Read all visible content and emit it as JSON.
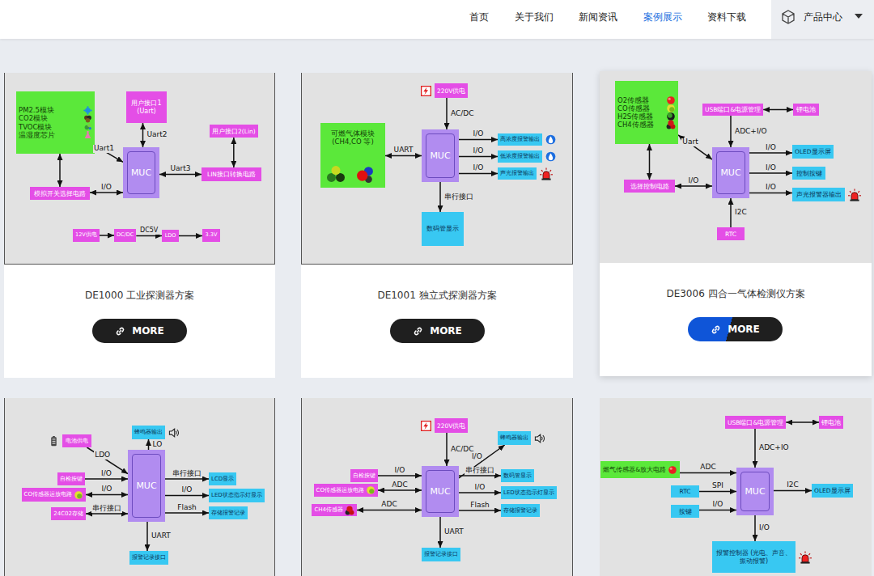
{
  "diagram": {
    "nodes": [
      {
        "text": [
          "PM2.5模块",
          "CO2模块",
          "TVOC模块",
          "温湿度芯片"
        ]
      },
      {
        "text": [
          "用户接口1 (Uart)"
        ]
      },
      {
        "text": [
          "用户接口2(Lin)"
        ]
      },
      {
        "text": [
          "MUC"
        ]
      },
      {
        "text": [
          "LIN接口转换电路"
        ]
      },
      {
        "text": [
          "模拟开关选择电路"
        ]
      },
      {
        "text": [
          "12V供电"
        ]
      },
      {
        "text": [
          "DC/DC"
        ]
      },
      {
        "text": [
          "LDO"
        ]
      },
      {
        "text": [
          "3.3V"
        ]
      },
      {
        "text": [
          "MORE"
        ]
      },
      {
        "text": [
          "220V供电"
        ]
      },
      {
        "text": [
          "可燃气体模块 (CH4,CO 等)"
        ]
      },
      {
        "text": [
          "MUC"
        ]
      },
      {
        "text": [
          "高浓度报警输出"
        ]
      },
      {
        "text": [
          "低浓度报警输出"
        ]
      },
      {
        "text": [
          "声光报警输出"
        ]
      },
      {
        "text": [
          "数码管显示"
        ]
      },
      {
        "text": [
          "MORE"
        ]
      },
      {
        "text": [
          "O2传感器",
          "CO传感器",
          "H2S传感器",
          "CH4传感器"
        ]
      },
      {
        "text": [
          "USB端口&电源管理"
        ]
      },
      {
        "text": [
          "锂电池"
        ]
      },
      {
        "text": [
          "MUC"
        ]
      },
      {
        "text": [
          "OLED显示屏"
        ]
      },
      {
        "text": [
          "控制按键"
        ]
      },
      {
        "text": [
          "选择控制电路"
        ]
      },
      {
        "text": [
          "声光报警器输出"
        ]
      },
      {
        "text": [
          "RTC"
        ]
      },
      {
        "text": [
          "MORE"
        ]
      },
      {
        "text": [
          "电池供电"
        ]
      },
      {
        "text": [
          "蜂鸣器输出"
        ]
      },
      {
        "text": [
          "MUC"
        ]
      },
      {
        "text": [
          "自检按键"
        ]
      },
      {
        "text": [
          "CO传感器运放电路"
        ]
      },
      {
        "text": [
          "24C02存储"
        ]
      },
      {
        "text": [
          "LCD显示"
        ]
      },
      {
        "text": [
          "LED状态指示灯显示"
        ]
      },
      {
        "text": [
          "存储报警记录"
        ]
      },
      {
        "text": [
          "报警记录接口"
        ]
      },
      {
        "text": [
          "220V供电"
        ]
      },
      {
        "text": [
          "蜂鸣器输出"
        ]
      },
      {
        "text": [
          "MUC"
        ]
      },
      {
        "text": [
          "自检按键"
        ]
      },
      {
        "text": [
          "CO传感器运放电路"
        ]
      },
      {
        "text": [
          "CH4传感器"
        ]
      },
      {
        "text": [
          "数码管显示"
        ]
      },
      {
        "text": [
          "LED状态指示灯显示"
        ]
      },
      {
        "text": [
          "存储报警记录"
        ]
      },
      {
        "text": [
          "报警记录接口"
        ]
      },
      {
        "text": [
          "USB端口&电源管理"
        ]
      },
      {
        "text": [
          "锂电池"
        ]
      },
      {
        "text": [
          "燃气传感器&放大电路"
        ]
      },
      {
        "text": [
          "RTC"
        ]
      },
      {
        "text": [
          "MUC"
        ]
      },
      {
        "text": [
          "按键"
        ]
      },
      {
        "text": [
          "OLED显示屏"
        ]
      },
      {
        "text": [
          "报警控制器 (光电、声音、振动报警)"
        ]
      }
    ],
    "edges": [
      {
        "from": 0,
        "to": 3,
        "label": "Uart1",
        "arrow": "both"
      },
      {
        "from": 1,
        "to": 3,
        "label": "Uart2",
        "arrow": "both"
      },
      {
        "from": 3,
        "to": 4,
        "label": "Uart3",
        "arrow": "both"
      },
      {
        "from": 2,
        "to": 4,
        "arrow": "both"
      },
      {
        "from": 0,
        "to": 5,
        "arrow": "both"
      },
      {
        "from": 5,
        "to": 3,
        "label": "I/O",
        "arrow": "both"
      },
      {
        "from": 6,
        "to": 7,
        "arrow": "to"
      },
      {
        "from": 7,
        "to": 8,
        "label": "DC5V",
        "arrow": "to"
      },
      {
        "from": 8,
        "to": 9,
        "arrow": "to"
      },
      {
        "from": 11,
        "to": 13,
        "label": "AC/DC",
        "arrow": "to"
      },
      {
        "from": 12,
        "to": 13,
        "label": "UART",
        "arrow": "both"
      },
      {
        "from": 13,
        "to": 14,
        "label": "I/O",
        "arrow": "to"
      },
      {
        "from": 13,
        "to": 15,
        "label": "I/O",
        "arrow": "to"
      },
      {
        "from": 13,
        "to": 16,
        "label": "I/O",
        "arrow": "to"
      },
      {
        "from": 13,
        "to": 17,
        "label": "串行接口",
        "arrow": "to"
      },
      {
        "from": 20,
        "to": 21,
        "arrow": "both"
      },
      {
        "from": 20,
        "to": 22,
        "label": "ADC+I/O",
        "arrow": "to"
      },
      {
        "from": 19,
        "to": 22,
        "label": "Uart",
        "arrow": "both"
      },
      {
        "from": 19,
        "to": 25,
        "arrow": "both"
      },
      {
        "from": 25,
        "to": 22,
        "label": "I/O",
        "arrow": "both"
      },
      {
        "from": 22,
        "to": 23,
        "label": "I/O",
        "arrow": "to"
      },
      {
        "from": 22,
        "to": 24,
        "label": "I/O",
        "arrow": "to"
      },
      {
        "from": 22,
        "to": 26,
        "label": "I/O",
        "arrow": "to"
      },
      {
        "from": 27,
        "to": 22,
        "label": "I2C",
        "arrow": "to"
      },
      {
        "from": 29,
        "to": 31,
        "label": "LDO",
        "arrow": "to"
      },
      {
        "from": 31,
        "to": 30,
        "label": "LO",
        "arrow": "to"
      },
      {
        "from": 32,
        "to": 31,
        "label": "I/O",
        "arrow": "to"
      },
      {
        "from": 33,
        "to": 31,
        "label": "I/O",
        "arrow": "both"
      },
      {
        "from": 34,
        "to": 31,
        "label": "串行接口",
        "arrow": "both"
      },
      {
        "from": 31,
        "to": 35,
        "label": "串行接口",
        "arrow": "to"
      },
      {
        "from": 31,
        "to": 36,
        "label": "I/O",
        "arrow": "to"
      },
      {
        "from": 31,
        "to": 37,
        "label": "Flash",
        "arrow": "to"
      },
      {
        "from": 31,
        "to": 38,
        "label": "UART",
        "arrow": "to"
      },
      {
        "from": 39,
        "to": 41,
        "label": "AC/DC",
        "arrow": "to"
      },
      {
        "from": 41,
        "to": 40,
        "label": "I/O",
        "arrow": "to"
      },
      {
        "from": 42,
        "to": 41,
        "label": "I/O",
        "arrow": "to"
      },
      {
        "from": 43,
        "to": 41,
        "label": "ADC",
        "arrow": "both"
      },
      {
        "from": 44,
        "to": 41,
        "label": "ADC",
        "arrow": "both"
      },
      {
        "from": 41,
        "to": 45,
        "label": "串行接口",
        "arrow": "to"
      },
      {
        "from": 41,
        "to": 46,
        "label": "I/O",
        "arrow": "to"
      },
      {
        "from": 41,
        "to": 47,
        "label": "Flash",
        "arrow": "to"
      },
      {
        "from": 41,
        "to": 48,
        "label": "UART",
        "arrow": "to"
      },
      {
        "from": 49,
        "to": 50,
        "arrow": "both"
      },
      {
        "from": 49,
        "to": 53,
        "label": "ADC+IO",
        "arrow": "to"
      },
      {
        "from": 51,
        "to": 53,
        "label": "ADC",
        "arrow": "to"
      },
      {
        "from": 52,
        "to": 53,
        "label": "SPI",
        "arrow": "to"
      },
      {
        "from": 54,
        "to": 53,
        "label": "I/O",
        "arrow": "to"
      },
      {
        "from": 53,
        "to": 55,
        "label": "I2C",
        "arrow": "to"
      },
      {
        "from": 53,
        "to": 56,
        "label": "I/O",
        "arrow": "to"
      }
    ],
    "labels": [
      "首页",
      "关于我们",
      "新闻资讯",
      "案例展示",
      "资料下载",
      "产品中心",
      "DE1000 工业探测器方案",
      "DE1001 独立式探测器方案",
      "DE3006 四合一气体检测仪方案"
    ]
  }
}
